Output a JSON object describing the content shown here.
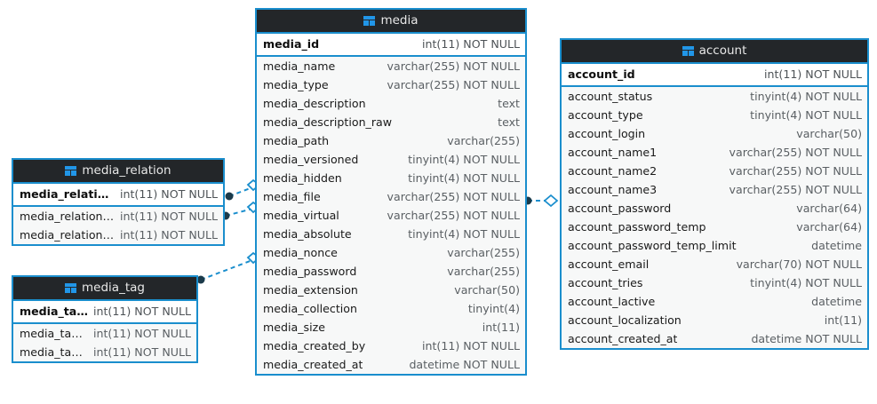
{
  "diagram": {
    "type": "er-diagram",
    "background_color": "#ffffff",
    "accent_color": "#1a8ecd",
    "header_color": "#232629",
    "row_color": "#f7f8f8",
    "table_icon": "table-icon"
  },
  "entities": {
    "media": {
      "name": "media",
      "icon": "table-icon",
      "primary_key": {
        "name": "media_id",
        "type": "int(11) NOT NULL"
      },
      "fields": [
        {
          "name": "media_name",
          "type": "varchar(255) NOT NULL"
        },
        {
          "name": "media_type",
          "type": "varchar(255) NOT NULL"
        },
        {
          "name": "media_description",
          "type": "text"
        },
        {
          "name": "media_description_raw",
          "type": "text"
        },
        {
          "name": "media_path",
          "type": "varchar(255)"
        },
        {
          "name": "media_versioned",
          "type": "tinyint(4) NOT NULL"
        },
        {
          "name": "media_hidden",
          "type": "tinyint(4) NOT NULL"
        },
        {
          "name": "media_file",
          "type": "varchar(255) NOT NULL"
        },
        {
          "name": "media_virtual",
          "type": "varchar(255) NOT NULL"
        },
        {
          "name": "media_absolute",
          "type": "tinyint(4) NOT NULL"
        },
        {
          "name": "media_nonce",
          "type": "varchar(255)"
        },
        {
          "name": "media_password",
          "type": "varchar(255)"
        },
        {
          "name": "media_extension",
          "type": "varchar(50)"
        },
        {
          "name": "media_collection",
          "type": "tinyint(4)"
        },
        {
          "name": "media_size",
          "type": "int(11)"
        },
        {
          "name": "media_created_by",
          "type": "int(11) NOT NULL"
        },
        {
          "name": "media_created_at",
          "type": "datetime NOT NULL"
        }
      ]
    },
    "account": {
      "name": "account",
      "icon": "table-icon",
      "primary_key": {
        "name": "account_id",
        "type": "int(11) NOT NULL"
      },
      "fields": [
        {
          "name": "account_status",
          "type": "tinyint(4) NOT NULL"
        },
        {
          "name": "account_type",
          "type": "tinyint(4) NOT NULL"
        },
        {
          "name": "account_login",
          "type": "varchar(50)"
        },
        {
          "name": "account_name1",
          "type": "varchar(255) NOT NULL"
        },
        {
          "name": "account_name2",
          "type": "varchar(255) NOT NULL"
        },
        {
          "name": "account_name3",
          "type": "varchar(255) NOT NULL"
        },
        {
          "name": "account_password",
          "type": "varchar(64)"
        },
        {
          "name": "account_password_temp",
          "type": "varchar(64)"
        },
        {
          "name": "account_password_temp_limit",
          "type": "datetime"
        },
        {
          "name": "account_email",
          "type": "varchar(70) NOT NULL"
        },
        {
          "name": "account_tries",
          "type": "tinyint(4) NOT NULL"
        },
        {
          "name": "account_lactive",
          "type": "datetime"
        },
        {
          "name": "account_localization",
          "type": "int(11)"
        },
        {
          "name": "account_created_at",
          "type": "datetime NOT NULL"
        }
      ]
    },
    "media_relation": {
      "name": "media_relation",
      "icon": "table-icon",
      "primary_key": {
        "name": "media_relation_id",
        "type": "int(11) NOT NULL"
      },
      "fields": [
        {
          "name": "media_relation_src",
          "type": "int(11) NOT NULL"
        },
        {
          "name": "media_relation_dst",
          "type": "int(11) NOT NULL"
        }
      ]
    },
    "media_tag": {
      "name": "media_tag",
      "icon": "table-icon",
      "primary_key": {
        "name": "media_tag_id",
        "type": "int(11) NOT NULL"
      },
      "fields": [
        {
          "name": "media_tag_src",
          "type": "int(11) NOT NULL"
        },
        {
          "name": "media_tag_dst",
          "type": "int(11) NOT NULL"
        }
      ]
    }
  },
  "relations": [
    {
      "name": "media-relation-to-media-a",
      "from": "media_relation",
      "to": "media",
      "from_marker": "filled-circle",
      "to_marker": "hollow-diamond",
      "style": "dashed"
    },
    {
      "name": "media-relation-to-media-b",
      "from": "media_relation",
      "to": "media",
      "from_marker": "filled-circle",
      "to_marker": "hollow-diamond",
      "style": "dashed"
    },
    {
      "name": "media-tag-to-media",
      "from": "media_tag",
      "to": "media",
      "from_marker": "filled-circle",
      "to_marker": "hollow-diamond",
      "style": "dashed"
    },
    {
      "name": "media-to-account",
      "from": "media",
      "to": "account",
      "from_marker": "filled-circle",
      "to_marker": "hollow-diamond",
      "style": "dashed"
    }
  ]
}
